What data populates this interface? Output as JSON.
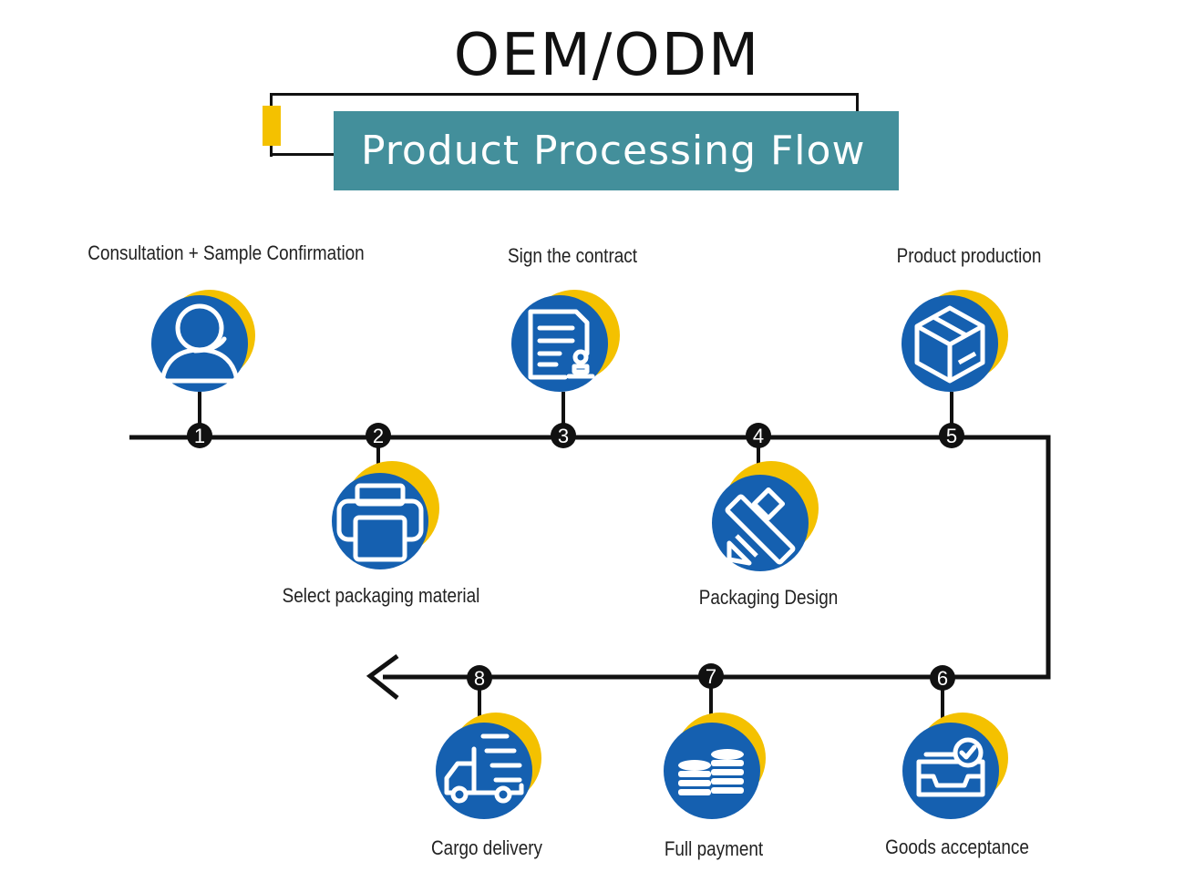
{
  "header": {
    "title": "OEM/ODM",
    "subtitle": "Product Processing Flow"
  },
  "colors": {
    "icon_blue": "#1560b0",
    "accent_yellow": "#f4c100",
    "banner_teal": "#438f9b",
    "line": "#111111"
  },
  "steps": [
    {
      "number": "1",
      "label": "Consultation + Sample Confirmation",
      "icon": "headset-person-icon"
    },
    {
      "number": "2",
      "label": "Select packaging material",
      "icon": "printer-icon"
    },
    {
      "number": "3",
      "label": "Sign the contract",
      "icon": "contract-document-icon"
    },
    {
      "number": "4",
      "label": "Packaging Design",
      "icon": "ruler-pencil-icon"
    },
    {
      "number": "5",
      "label": "Product production",
      "icon": "box-icon"
    },
    {
      "number": "6",
      "label": "Goods acceptance",
      "icon": "inbox-check-icon"
    },
    {
      "number": "7",
      "label": "Full payment",
      "icon": "coins-icon"
    },
    {
      "number": "8",
      "label": "Cargo delivery",
      "icon": "truck-icon"
    }
  ]
}
